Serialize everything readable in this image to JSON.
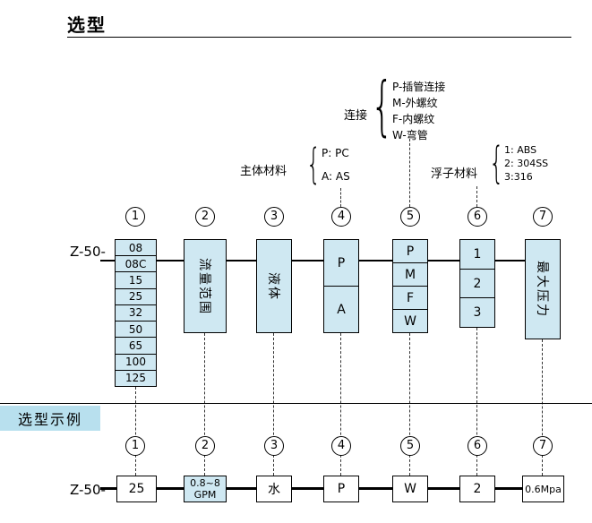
{
  "title": "选型",
  "glyphs": {
    "brace": "{"
  },
  "colors": {
    "box_fill": "#cfe8f2",
    "section_label_fill": "#b8e0ee",
    "line": "#000000"
  },
  "annotations": {
    "connection": {
      "label": "连接",
      "items": [
        "P-插管连接",
        "M-外螺纹",
        "F-内螺纹",
        "W-弯管"
      ]
    },
    "body_material": {
      "label": "主体材料",
      "items": [
        "P: PC",
        "A: AS"
      ]
    },
    "float_material": {
      "label": "浮子材料",
      "items": [
        "1: ABS",
        "2: 304SS",
        "3:316"
      ]
    }
  },
  "circles": [
    "1",
    "2",
    "3",
    "4",
    "5",
    "6",
    "7"
  ],
  "model_prefix": "Z-50-",
  "columns": {
    "sizes": [
      "08",
      "08C",
      "15",
      "25",
      "32",
      "50",
      "65",
      "100",
      "125"
    ],
    "flow_label": "流量范围",
    "liquid_label": "液体",
    "body_options": [
      "P",
      "A"
    ],
    "connection_options": [
      "P",
      "M",
      "F",
      "W"
    ],
    "float_options": [
      "1",
      "2",
      "3"
    ],
    "pressure_label": "最大压力"
  },
  "example": {
    "section_label": "选型示例",
    "model_prefix": "Z-50-",
    "size": "25",
    "flow_line1": "0.8~8",
    "flow_line2": "GPM",
    "liquid": "水",
    "body": "P",
    "connection": "W",
    "float": "2",
    "pressure": "0.6Mpa"
  }
}
